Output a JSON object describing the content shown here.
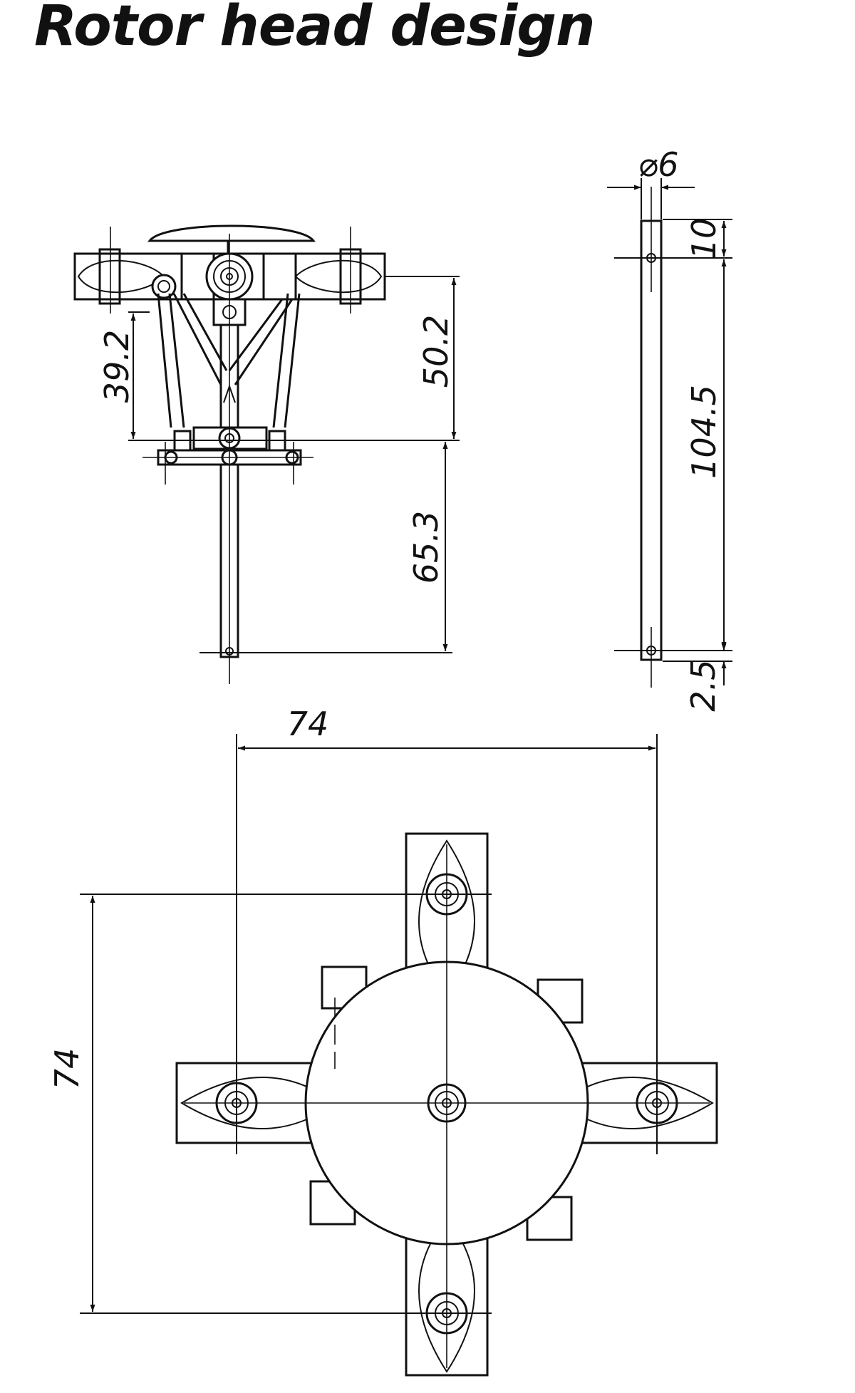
{
  "title": "Rotor head design",
  "dimensions": {
    "d_39_2": "39.2",
    "d_50_2": "50.2",
    "d_65_3": "65.3",
    "d_diameter": "⌀6",
    "d_10": "10",
    "d_104_5": "104.5",
    "d_2_5": "2.5",
    "d_74_h": "74",
    "d_74_v": "74"
  },
  "colors": {
    "ink": "#111111",
    "paper": "#ffffff"
  }
}
